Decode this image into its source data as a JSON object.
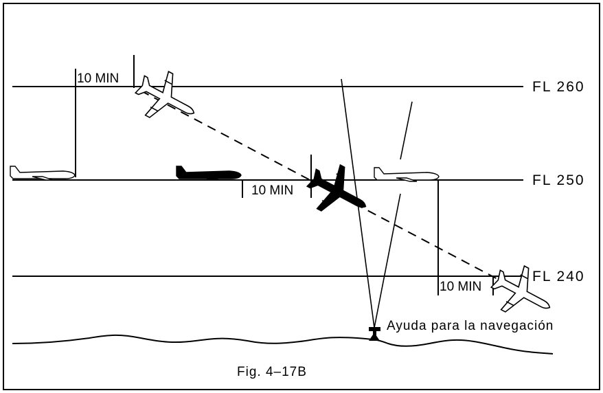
{
  "flight_levels": [
    {
      "label": "FL 260"
    },
    {
      "label": "FL 250"
    },
    {
      "label": "FL 240"
    }
  ],
  "separation_labels": [
    "10 MIN",
    "10 MIN",
    "10 MIN"
  ],
  "navaid_label": "Ayuda para la navegación",
  "caption": "Fig. 4–17B",
  "colors": {
    "ink": "#000000",
    "background": "#ffffff"
  },
  "icons": [
    "airplane-icon",
    "navaid-icon"
  ]
}
